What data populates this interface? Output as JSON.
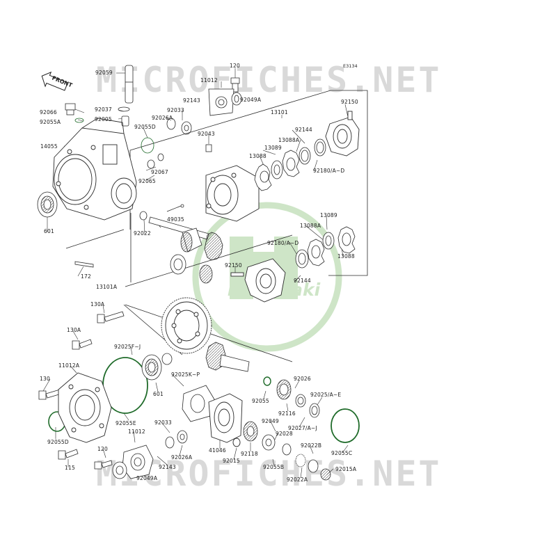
{
  "diagram": {
    "reference_code": "E3134",
    "front_label": "FRONT",
    "watermark_top": "MICROFICHES.NET",
    "watermark_bottom": "MICROFICHES.NET",
    "logo_text": "Kawasaki",
    "colors": {
      "line": "#2a2a2a",
      "callout": "#1a1a1a",
      "oring": "#1f6b2a",
      "watermark": "#d9d9d9",
      "logo": "#c9e3c2"
    },
    "labels": [
      "92059",
      "120",
      "11012",
      "92049A",
      "13101",
      "92150",
      "92066",
      "92037",
      "92005",
      "92055A",
      "92143",
      "92033",
      "92026A",
      "92055D",
      "92043",
      "92144",
      "13088A",
      "13089",
      "13088",
      "92180/A~D",
      "14055",
      "92067",
      "92065",
      "49035",
      "92022",
      "601",
      "172",
      "13089",
      "13088A",
      "13088",
      "92180/A~D",
      "92150",
      "92144",
      "13101A",
      "130A",
      "130A",
      "92025F~J",
      "92025K~P",
      "11012A",
      "130",
      "601",
      "92055",
      "92026",
      "92116",
      "92025/A~E",
      "92055E",
      "92033",
      "11012",
      "92049",
      "92027/A~J",
      "92055D",
      "41046",
      "92118",
      "92028",
      "92022B",
      "92055C",
      "120",
      "92143",
      "92026A",
      "92015",
      "92055B",
      "92022A",
      "92015A",
      "115",
      "92049A"
    ]
  }
}
